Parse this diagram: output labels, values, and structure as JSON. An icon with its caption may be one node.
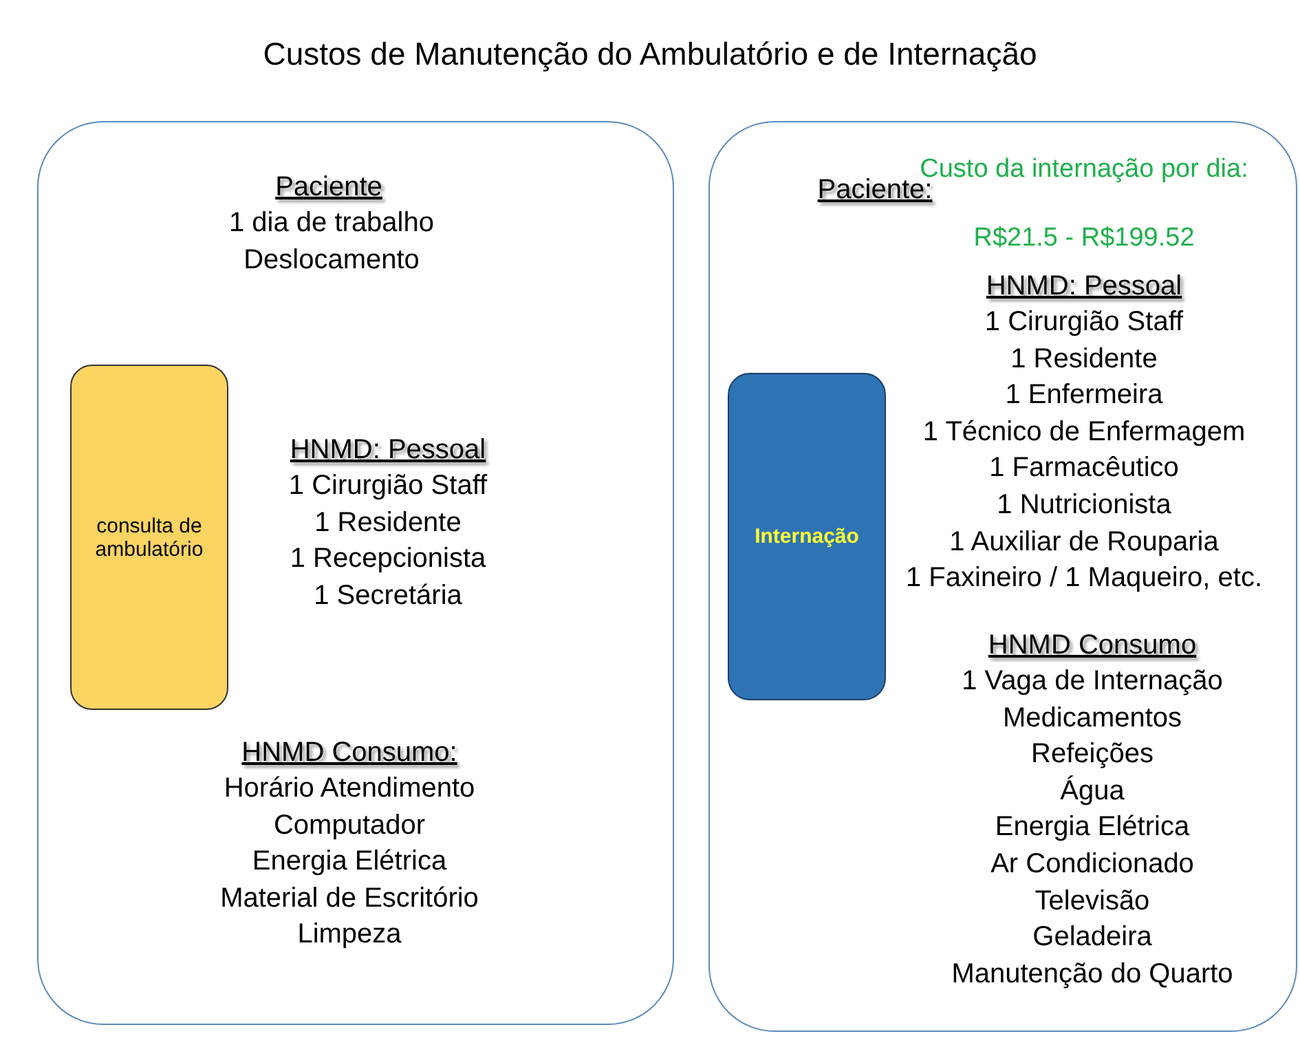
{
  "diagram": {
    "title": "Custos de Manutenção do Ambulatório e de Internação",
    "nodes": [
      {
        "text": [
          "Paciente",
          "1 dia de trabalho",
          "Deslocamento",
          "HNMD: Pessoal",
          "1 Cirurgião Staff",
          "1 Residente",
          "1 Recepcionista",
          "1 Secretária",
          "HNMD Consumo:",
          "Horário Atendimento",
          "Computador",
          "Energia Elétrica",
          "Material de Escritório",
          "Limpeza"
        ]
      },
      {
        "text": [
          "consulta de ambulatório"
        ],
        "in": 0
      },
      {
        "text": [
          "Paciente:",
          "Custo da internação por dia:",
          "R$21.5 - R$199.52",
          "HNMD: Pessoal",
          "1 Cirurgião Staff",
          "1 Residente",
          "1 Enfermeira",
          "1 Técnico de Enfermagem",
          "1 Farmacêutico",
          "1 Nutricionista",
          "1 Auxiliar de Rouparia",
          "1 Faxineiro / 1 Maqueiro, etc.",
          "HNMD Consumo",
          "1 Vaga de Internação",
          "Medicamentos",
          "Refeições",
          "Água",
          "Energia Elétrica",
          "Ar Condicionado",
          "Televisão",
          "Geladeira",
          "Manutenção do Quarto"
        ]
      },
      {
        "text": [
          "Internação"
        ],
        "in": 2
      }
    ],
    "edges": []
  }
}
